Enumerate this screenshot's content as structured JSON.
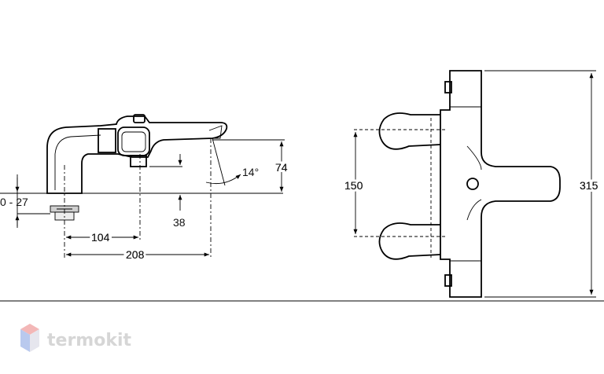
{
  "side_view": {
    "dim_height_range": "0 - 27",
    "dim_104": "104",
    "dim_208": "208",
    "dim_38": "38",
    "dim_74": "74",
    "dim_angle": "14°"
  },
  "front_view": {
    "dim_150": "150",
    "dim_315": "315"
  },
  "watermark": {
    "brand": "termokit",
    "logo_colors": [
      "#f3b7b7",
      "#b9c9ee",
      "#e6e6ee"
    ]
  }
}
